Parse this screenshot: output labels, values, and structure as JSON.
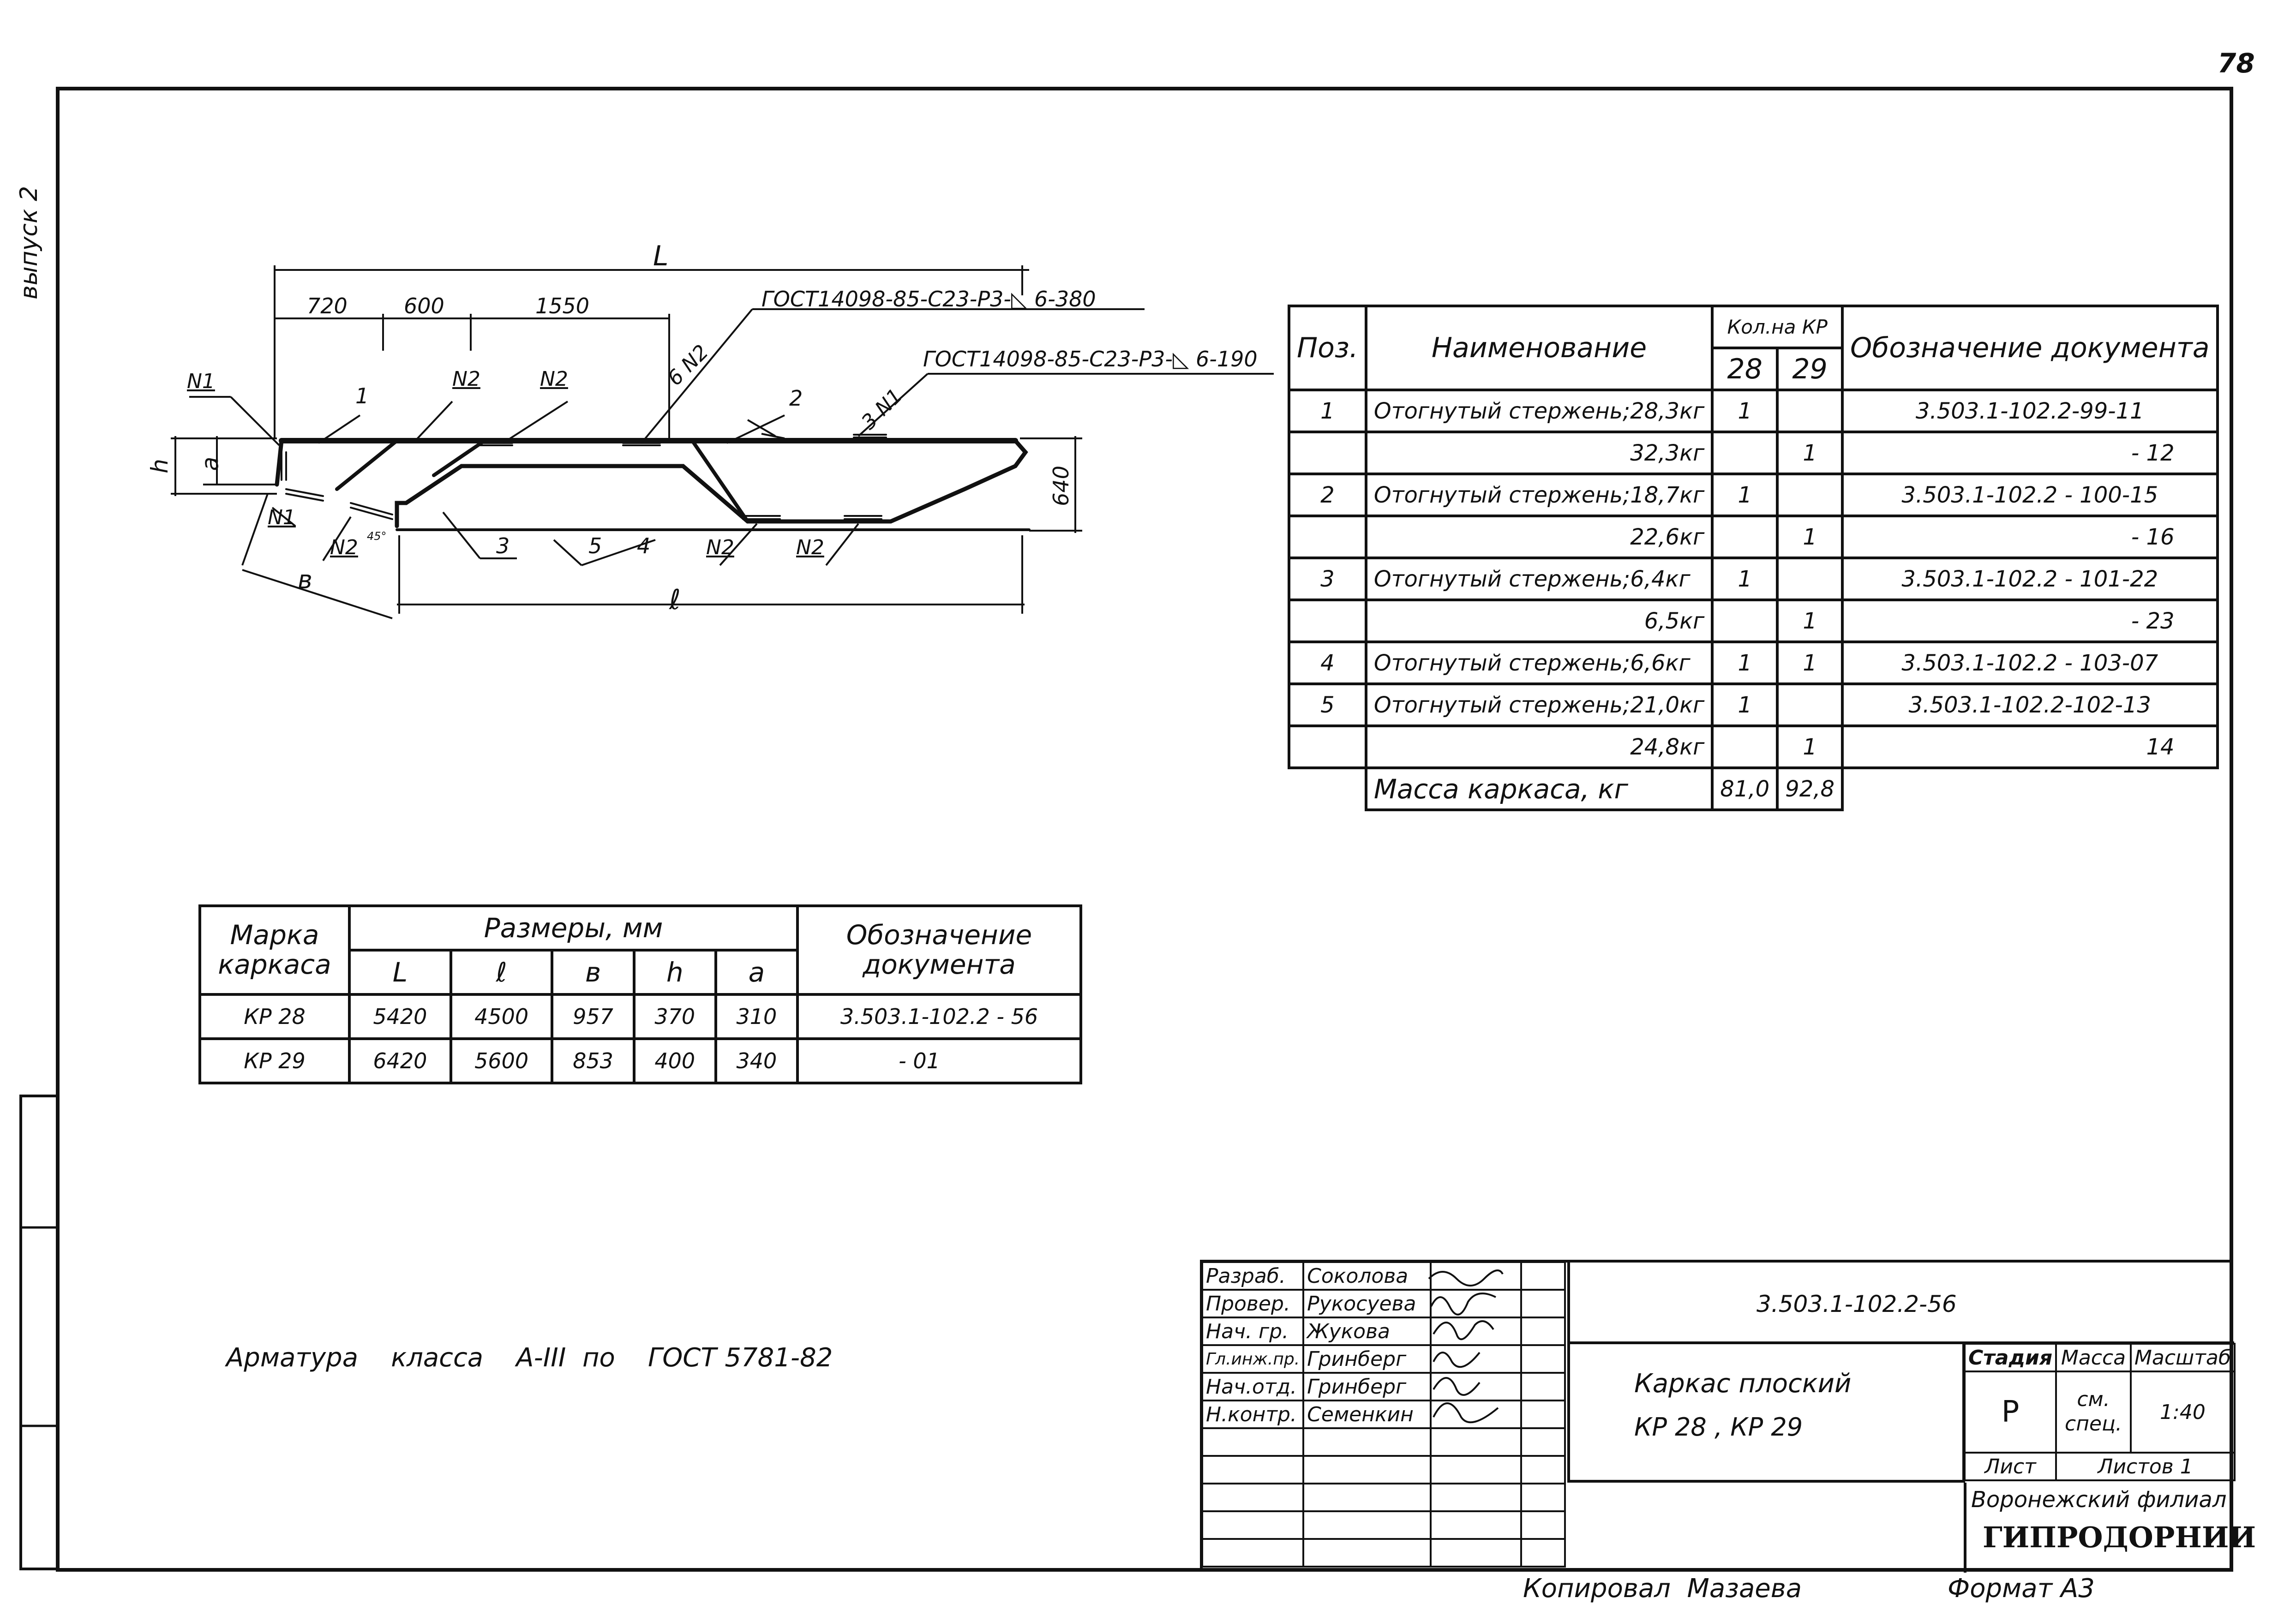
{
  "page_number": "78",
  "margin_note": "выпуск 2",
  "drawing": {
    "dim_L": "L",
    "dim_720": "720",
    "dim_600": "600",
    "dim_1550": "1550",
    "dim_h": "h",
    "dim_a": "a",
    "dim_640": "640",
    "dim_b": "в",
    "dim_l": "ℓ",
    "dim_45": "45°",
    "weld1": "ГОСТ14098-85-С23-Р3-◺ 6-380",
    "weld2": "ГОСТ14098-85-С23-Р3-◺ 6-190",
    "n1_top": "N1",
    "n2_a": "N2",
    "n2_b": "N2",
    "six_n2": "6 N2",
    "three_n1": "3 N1",
    "n1_bottom": "N1",
    "n2_c": "N2",
    "n2_d": "N2",
    "n2_e": "N2",
    "pos1": "1",
    "pos2": "2",
    "pos3": "3",
    "pos4": "4",
    "pos5": "5"
  },
  "spec_table": {
    "col_pos": "Поз.",
    "col_name": "Наименование",
    "col_qty": "Кол.на КР",
    "col_qty_28": "28",
    "col_qty_29": "29",
    "col_doc": "Обозначение документа",
    "rows": [
      {
        "pos": "1",
        "name": "Отогнутый стержень;28,3кг",
        "q28": "1",
        "q29": "",
        "doc": "3.503.1-102.2-99-11"
      },
      {
        "pos": "",
        "name": "32,3кг",
        "q28": "",
        "q29": "1",
        "doc": "- 12"
      },
      {
        "pos": "2",
        "name": "Отогнутый стержень;18,7кг",
        "q28": "1",
        "q29": "",
        "doc": "3.503.1-102.2 - 100-15"
      },
      {
        "pos": "",
        "name": "22,6кг",
        "q28": "",
        "q29": "1",
        "doc": "- 16"
      },
      {
        "pos": "3",
        "name": "Отогнутый стержень;6,4кг",
        "q28": "1",
        "q29": "",
        "doc": "3.503.1-102.2 - 101-22"
      },
      {
        "pos": "",
        "name": "6,5кг",
        "q28": "",
        "q29": "1",
        "doc": "- 23"
      },
      {
        "pos": "4",
        "name": "Отогнутый стержень;6,6кг",
        "q28": "1",
        "q29": "1",
        "doc": "3.503.1-102.2 - 103-07"
      },
      {
        "pos": "5",
        "name": "Отогнутый стержень;21,0кг",
        "q28": "1",
        "q29": "",
        "doc": "3.503.1-102.2-102-13"
      },
      {
        "pos": "",
        "name": "24,8кг",
        "q28": "",
        "q29": "1",
        "doc": "14"
      }
    ],
    "mass_label": "Масса каркаса, кг",
    "mass_28": "81,0",
    "mass_29": "92,8"
  },
  "sizes_table": {
    "col_mark": "Марка каркаса",
    "col_sizes": "Размеры, мм",
    "col_L": "L",
    "col_l": "ℓ",
    "col_b": "в",
    "col_h": "h",
    "col_a": "a",
    "col_doc": "Обозначение документа",
    "rows": [
      {
        "mark": "КР 28",
        "L": "5420",
        "l": "4500",
        "b": "957",
        "h": "370",
        "a": "310",
        "doc": "3.503.1-102.2 - 56"
      },
      {
        "mark": "КР 29",
        "L": "6420",
        "l": "5600",
        "b": "853",
        "h": "400",
        "a": "340",
        "doc": "- 01"
      }
    ]
  },
  "note": "Арматура    класса    А-III  по    ГОСТ 5781-82",
  "title_block": {
    "roles": [
      {
        "role": "Разраб.",
        "name": "Соколова"
      },
      {
        "role": "Провер.",
        "name": "Рукосуева"
      },
      {
        "role": "Нач. гр.",
        "name": "Жукова"
      },
      {
        "role": "Гл.инж.пр.",
        "name": "Гринберг"
      },
      {
        "role": "Нач.отд.",
        "name": "Гринберг"
      },
      {
        "role": "Н.контр.",
        "name": "Семенкин"
      }
    ],
    "doc_number": "3.503.1-102.2-56",
    "title_line1": "Каркас плоский",
    "title_line2": "КР 28 , КР 29",
    "stage_label": "Стадия",
    "mass_label": "Масса",
    "scale_label": "Масштаб",
    "stage": "Р",
    "mass": "см. спец.",
    "scale": "1:40",
    "sheet_label": "Лист",
    "sheets_label": "Листов 1",
    "org_line1": "Воронежский филиал",
    "org_line2": "ГИПРОДОРНИИ"
  },
  "copied_by": "Копировал  Мазаева",
  "format": "Формат А3"
}
